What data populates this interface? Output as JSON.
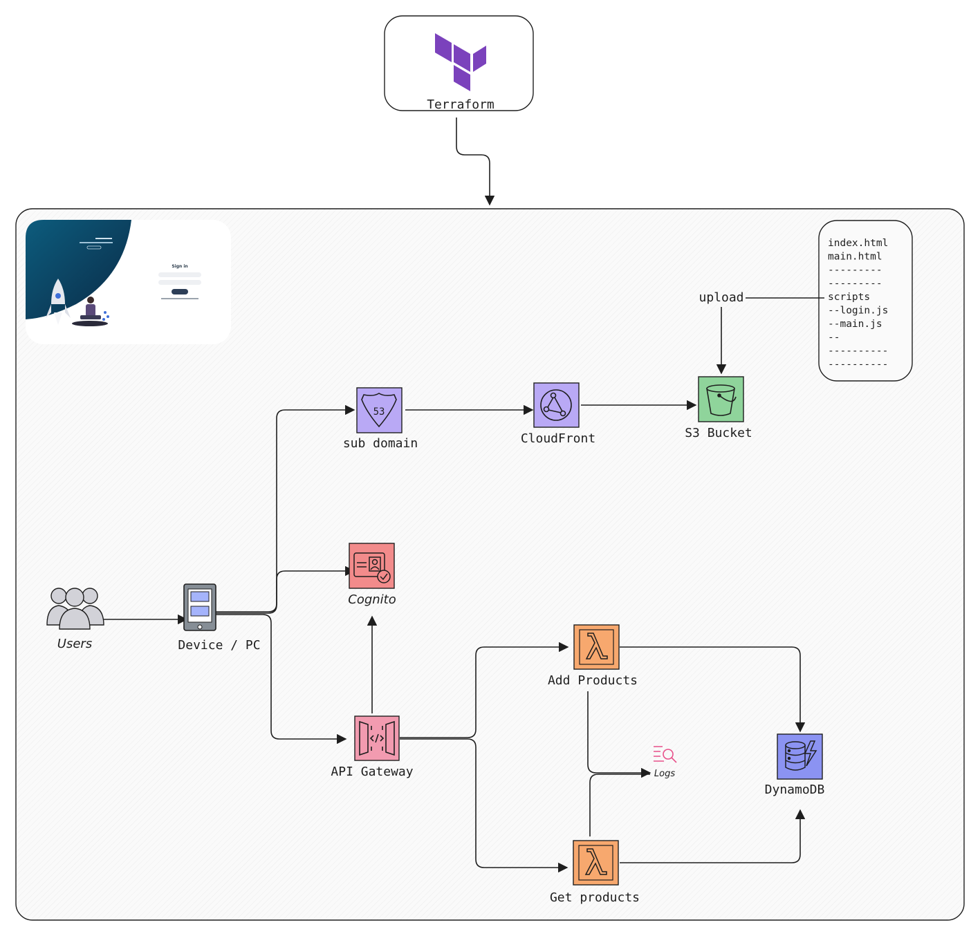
{
  "terraform": {
    "label": "Terraform",
    "icon": "terraform-logo-icon",
    "color": "#7b42bc"
  },
  "screenshot": {
    "sign_in_title": "Sign in",
    "icon": "login-page-screenshot"
  },
  "nodes": {
    "users": {
      "label": "Users",
      "icon": "users-icon"
    },
    "device": {
      "label": "Device / PC",
      "icon": "device-icon"
    },
    "subdomain": {
      "label": "sub domain",
      "icon": "route53-icon",
      "badge": "53",
      "color": "#b9a9f5"
    },
    "cloudfront": {
      "label": "CloudFront",
      "icon": "cloudfront-icon",
      "color": "#b9a9f5"
    },
    "s3": {
      "label": "S3 Bucket",
      "icon": "s3-bucket-icon",
      "color": "#8fd49b"
    },
    "cognito": {
      "label": "Cognito",
      "icon": "cognito-icon",
      "color": "#f28b8b"
    },
    "apigw": {
      "label": "API Gateway",
      "icon": "api-gateway-icon",
      "color": "#f29bb0"
    },
    "add_products": {
      "label": "Add Products",
      "icon": "lambda-icon",
      "color": "#f7a86e"
    },
    "get_products": {
      "label": "Get products",
      "icon": "lambda-icon",
      "color": "#f7a86e"
    },
    "logs": {
      "label": "Logs",
      "icon": "logs-icon",
      "color": "#e8508a"
    },
    "dynamodb": {
      "label": "DynamoDB",
      "icon": "dynamodb-icon",
      "color": "#8b93f2"
    }
  },
  "upload_label": "upload",
  "files": [
    "index.html",
    "main.html",
    "---------",
    "---------",
    "scripts",
    "--login.js",
    "--main.js",
    "--",
    "----------",
    "----------"
  ]
}
